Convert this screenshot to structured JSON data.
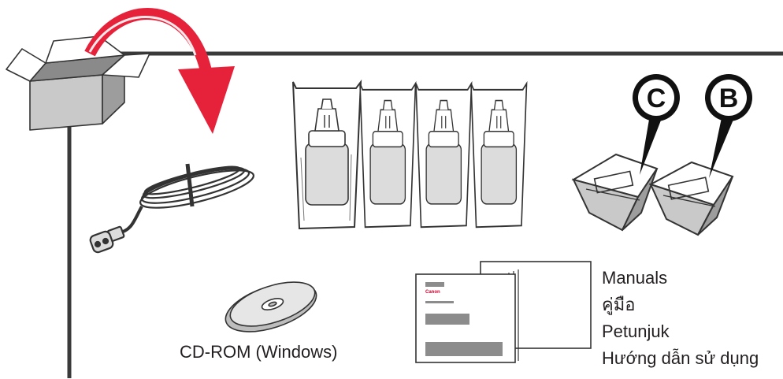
{
  "colors": {
    "frame": "#3a3a3a",
    "arrow": "#e5223a",
    "box_front": "#c9c9c9",
    "box_side": "#9d9d9d",
    "ink_bottle": "#dcdcdc",
    "doc_gray": "#8c8c8c",
    "doc_red": "#d2002c"
  },
  "items": {
    "cd_label": "CD-ROM (Windows)",
    "cartridge_c_letter": "C",
    "cartridge_b_letter": "B",
    "manuals_labels": [
      "Manuals",
      "คู่มือ",
      "Petunjuk",
      "Hướng dẫn sử dụng"
    ],
    "manual_logo": "Canon"
  },
  "counts": {
    "ink_bottles": 4
  }
}
